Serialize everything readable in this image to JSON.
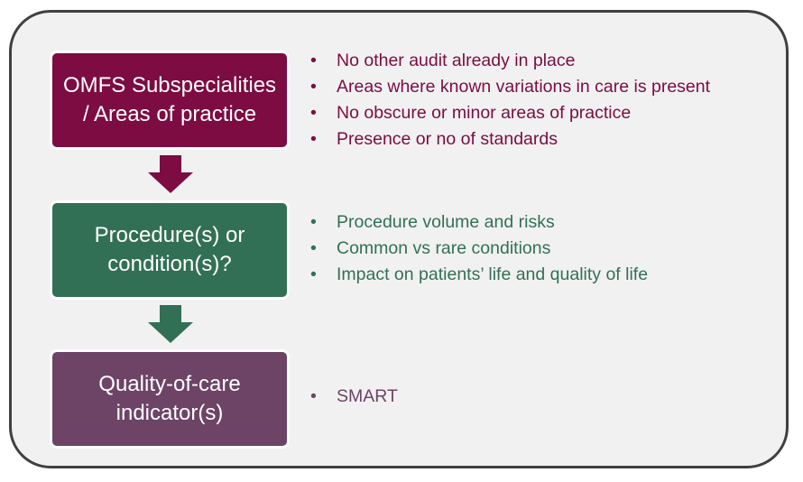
{
  "colors": {
    "frame_border": "#404040",
    "frame_fill": "#f1f1f1",
    "omfs": "#7c0c42",
    "procedure": "#327055",
    "quality": "#6d4466"
  },
  "steps": [
    {
      "title_lines": [
        "OMFS Subspecialities",
        "/ Areas of practice"
      ],
      "bullets": [
        "No other audit already in place",
        "Areas where known variations in care is present",
        "No obscure or minor areas of practice",
        "Presence or no of standards"
      ]
    },
    {
      "title_lines": [
        "Procedure(s) or",
        "condition(s)?"
      ],
      "bullets": [
        "Procedure volume and risks",
        "Common vs rare conditions",
        "Impact on patients’ life and quality of life"
      ]
    },
    {
      "title_lines": [
        "Quality-of-care",
        "indicator(s)"
      ],
      "bullets": [
        "SMART"
      ]
    }
  ],
  "arrows": [
    {
      "color": "#7c0c42",
      "icon": "down-arrow-icon"
    },
    {
      "color": "#327055",
      "icon": "down-arrow-icon"
    }
  ]
}
